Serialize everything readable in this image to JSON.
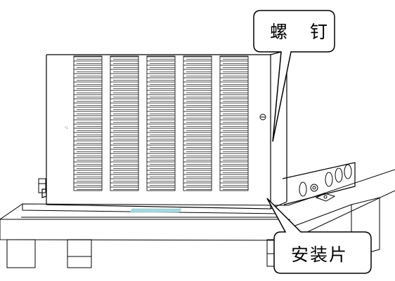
{
  "callouts": {
    "screw": "螺 钉",
    "mounting_plate": "安装片"
  },
  "colors": {
    "line": "#000000",
    "background": "#ffffff",
    "label_strip": "#a9d6dc"
  },
  "vent_columns": 5,
  "slats_per_column": 32
}
